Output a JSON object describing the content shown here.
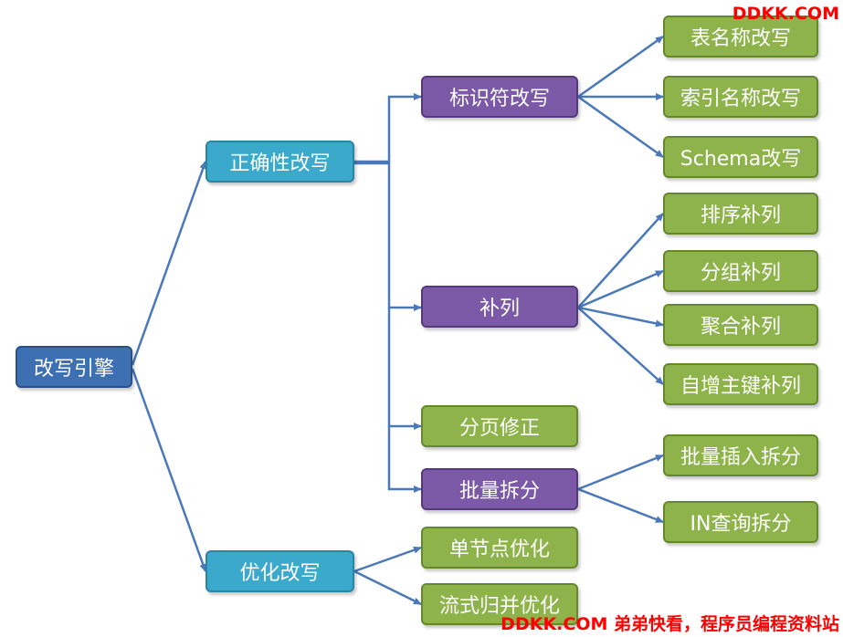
{
  "nodes": {
    "root": "改写引擎",
    "correctness": "正确性改写",
    "optimization": "优化改写",
    "identifier": "标识符改写",
    "table_name": "表名称改写",
    "index_name": "索引名称改写",
    "schema": "Schema改写",
    "complement": "补列",
    "order_by": "排序补列",
    "group_by": "分组补列",
    "aggregation": "聚合补列",
    "auto_increment": "自增主键补列",
    "pagination": "分页修正",
    "batch_split": "批量拆分",
    "batch_insert": "批量插入拆分",
    "in_query": "IN查询拆分",
    "single_node": "单节点优化",
    "stream_merge": "流式归并优化"
  },
  "watermarks": {
    "top": "DDKK.COM",
    "bottom": "DDKK.COM 弟弟快看，程序员编程资料站"
  },
  "colors": {
    "root": "#3d6fb3",
    "level1": "#3ba9cc",
    "purple": "#7b59a6",
    "green": "#8db34a",
    "edge": "#4a78b8",
    "watermark": "#ff0000"
  }
}
